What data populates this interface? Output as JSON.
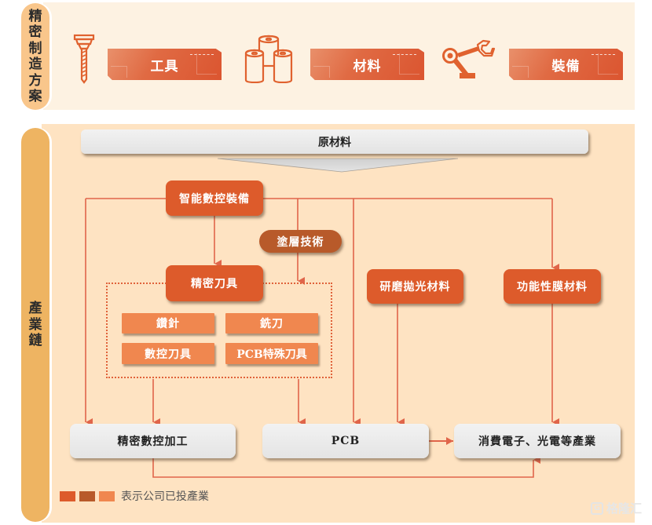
{
  "colors": {
    "invested_red": "#dd5b2b",
    "invested_brown": "#b85a2a",
    "invested_orange": "#f0874f",
    "line": "#e0654a",
    "panel_top_bg": "#fdf2e2",
    "panel_bottom_bg": "#fee3c2"
  },
  "top_section": {
    "label_chars": [
      "精",
      "密",
      "制",
      "造",
      "方",
      "案"
    ],
    "items": [
      {
        "icon": "drill-bit-icon",
        "label": "工具"
      },
      {
        "icon": "material-rolls-icon",
        "label": "材料"
      },
      {
        "icon": "robot-arm-icon",
        "label": "裝備"
      }
    ]
  },
  "chain_section": {
    "label_chars": [
      "產",
      "業",
      "鏈"
    ],
    "raw_material": "原材料",
    "nodes": {
      "smart_cnc_equipment": "智能數控裝備",
      "coating_tech": "塗層技術",
      "precision_tools": "精密刀具",
      "drill": "鑽針",
      "milling_cutter": "銑刀",
      "cnc_tools": "數控刀具",
      "pcb_special_tools": "PCB特殊刀具",
      "polishing_materials": "研磨拋光材料",
      "functional_film": "功能性膜材料",
      "precision_cnc_machining": "精密數控加工",
      "pcb": "PCB",
      "consumer_electronics": "消費電子、光電等產業"
    }
  },
  "legend": {
    "text": "表示公司已投產業"
  },
  "watermark": {
    "text": "格隆汇",
    "logo": "G"
  }
}
